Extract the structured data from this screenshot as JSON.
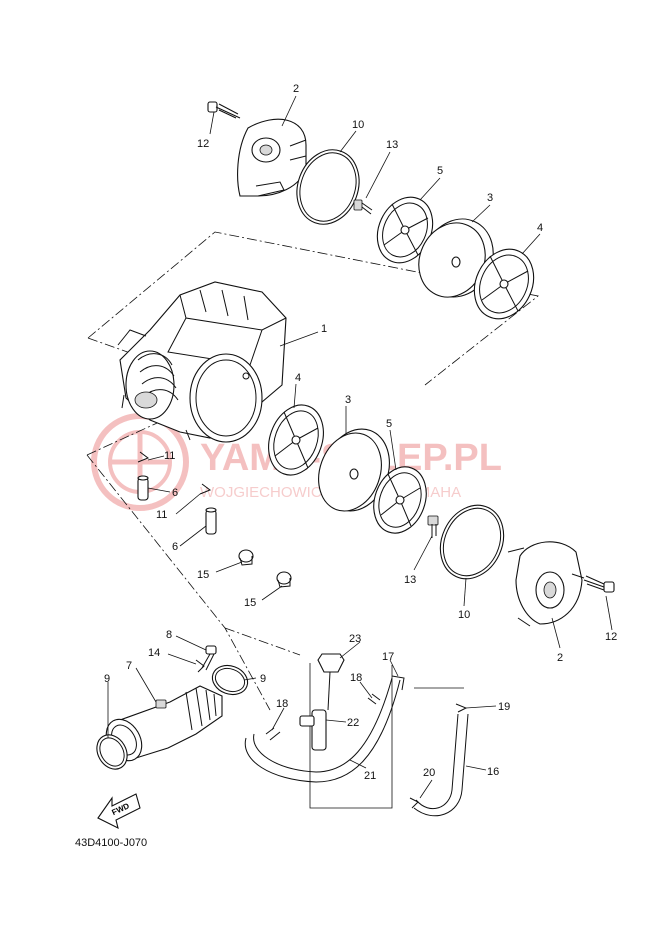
{
  "diagram_code": "43D4100-J070",
  "fwd_label": "FWD",
  "watermark": {
    "main": "YAMA-SKLEP.PL",
    "sub": "WOJGIECHOWICZ DEALER YAMAHA",
    "color": "#f2a9a9"
  },
  "callouts": [
    "1",
    "2",
    "3",
    "4",
    "5",
    "6",
    "7",
    "8",
    "9",
    "10",
    "11",
    "12",
    "13",
    "14",
    "15",
    "16",
    "17",
    "18",
    "19",
    "20",
    "21",
    "22",
    "23"
  ]
}
